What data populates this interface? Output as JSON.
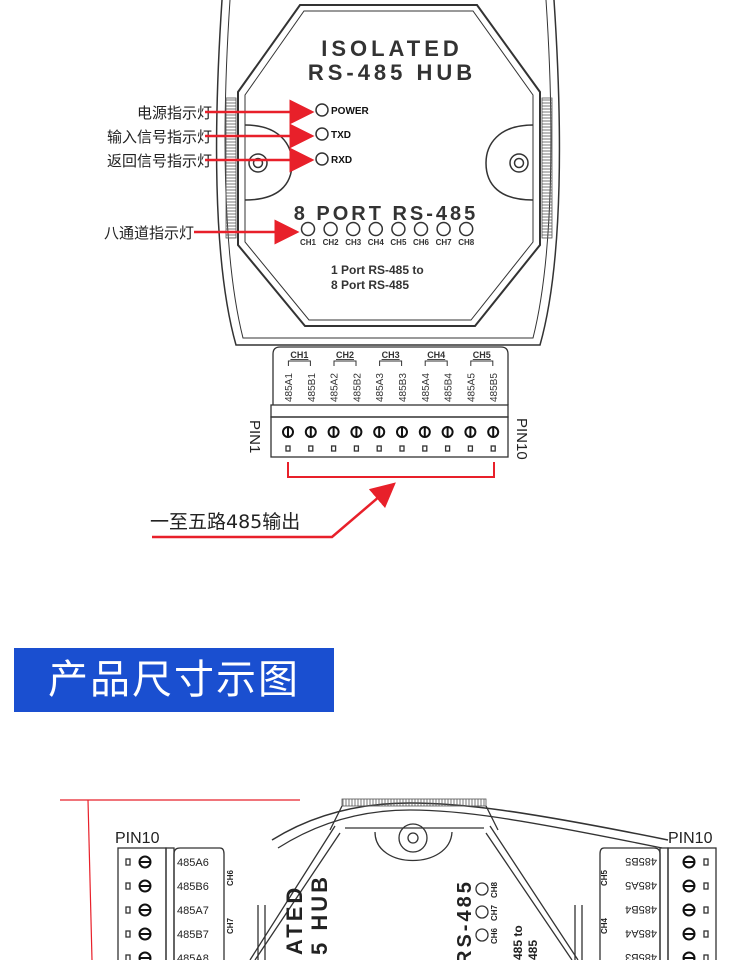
{
  "device_top": {
    "title_line1": "ISOLATED",
    "title_line2": "RS-485 HUB",
    "leds": [
      "POWER",
      "TXD",
      "RXD"
    ],
    "port_title": "8 PORT RS-485",
    "channels": [
      "CH1",
      "CH2",
      "CH3",
      "CH4",
      "CH5",
      "CH6",
      "CH7",
      "CH8"
    ],
    "desc_line1": "1 Port RS-485 to",
    "desc_line2": "8 Port RS-485"
  },
  "annotations": {
    "power": "电源指示灯",
    "txd": "输入信号指示灯",
    "rxd": "返回信号指示灯",
    "channels": "八通道指示灯",
    "outputs": "一至五路485输出"
  },
  "terminal_top": {
    "groups": [
      "CH1",
      "CH2",
      "CH3",
      "CH4",
      "CH5"
    ],
    "pins": [
      "485A1",
      "485B1",
      "485A2",
      "485B2",
      "485A3",
      "485B3",
      "485A4",
      "485B4",
      "485A5",
      "485B5"
    ],
    "pin_start": "PIN1",
    "pin_end": "PIN10"
  },
  "section": {
    "title": "产品尺寸示图"
  },
  "device_bottom": {
    "left_pin_label": "PIN10",
    "right_pin_label": "PIN10",
    "left_pins": [
      "485A6",
      "485B6",
      "485A7",
      "485B7",
      "485A8"
    ],
    "left_groups": [
      "CH6",
      "CH7"
    ],
    "right_pins": [
      "485B5",
      "485A5",
      "485B4",
      "485A4",
      "485B3"
    ],
    "right_groups": [
      "CH5",
      "CH4"
    ],
    "title_frag1": "ATED",
    "title_frag2": "5 HUB",
    "port_frag": "RS-485",
    "led_labels": [
      "CH6",
      "CH7",
      "CH8"
    ],
    "desc_frag1": "485 to",
    "desc_frag2": "485"
  },
  "colors": {
    "accent_red": "#e8202a",
    "banner_blue": "#1a4fd0",
    "line": "#333333"
  }
}
